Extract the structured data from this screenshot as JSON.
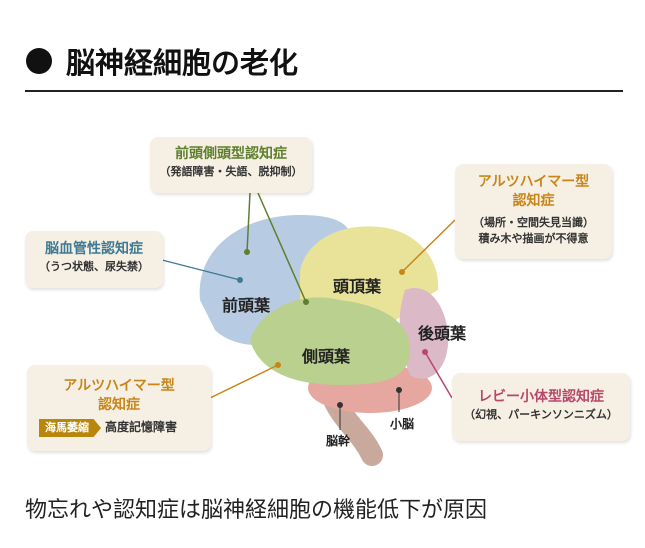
{
  "title": "脳神経細胞の老化",
  "callouts": {
    "ftd": {
      "title": "前頭側頭型認知症",
      "sub": "（発語障害・失語、脱抑制）"
    },
    "vascular": {
      "title": "脳血管性認知症",
      "sub": "（うつ状態、尿失禁）"
    },
    "alz_right": {
      "title1": "アルツハイマー型",
      "title2": "認知症",
      "sub1": "（場所・空間失見当識）",
      "sub2": "積み木や描画が不得意"
    },
    "alz_left": {
      "title1": "アルツハイマー型",
      "title2": "認知症",
      "tag": "海馬萎縮",
      "sub": "高度記憶障害"
    },
    "lewy": {
      "title": "レビー小体型認知症",
      "sub": "（幻視、パーキンソンニズム）"
    }
  },
  "lobes": {
    "frontal": "前頭葉",
    "parietal": "頭頂葉",
    "occipital": "後頭葉",
    "temporal": "側頭葉",
    "cerebellum": "小脳",
    "brainstem": "脳幹"
  },
  "footer": "物忘れや認知症は脳神経細胞の機能低下が原因",
  "colors": {
    "frontal": "#b7cbe2",
    "parietal": "#e9e39a",
    "temporal": "#b9d08f",
    "occipital": "#dbb9c6",
    "cerebellum": "#e5a7a0",
    "stem": "#c9a99c",
    "green": "#5e7f2d",
    "orange": "#c8861a",
    "blue": "#3e7a93",
    "pink": "#b8486a"
  }
}
